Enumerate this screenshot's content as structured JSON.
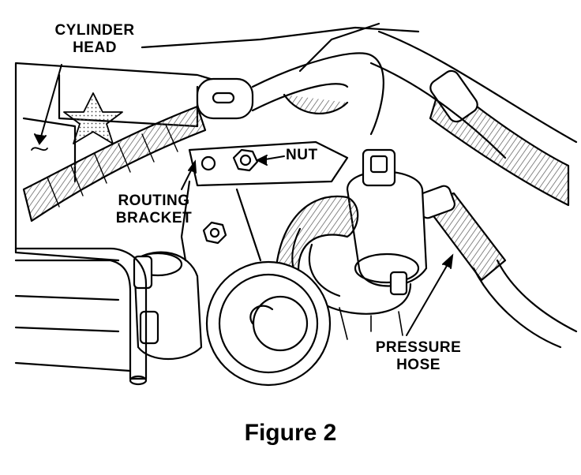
{
  "labels": {
    "cylinder_head": [
      "CYLINDER",
      "HEAD"
    ],
    "nut": "NUT",
    "routing_bracket": [
      "ROUTING",
      "BRACKET"
    ],
    "pressure_hose": [
      "PRESSURE",
      "HOSE"
    ]
  },
  "caption": "Figure 2",
  "colors": {
    "ink": "#000000",
    "paper": "#ffffff",
    "hatch": "#555555"
  }
}
